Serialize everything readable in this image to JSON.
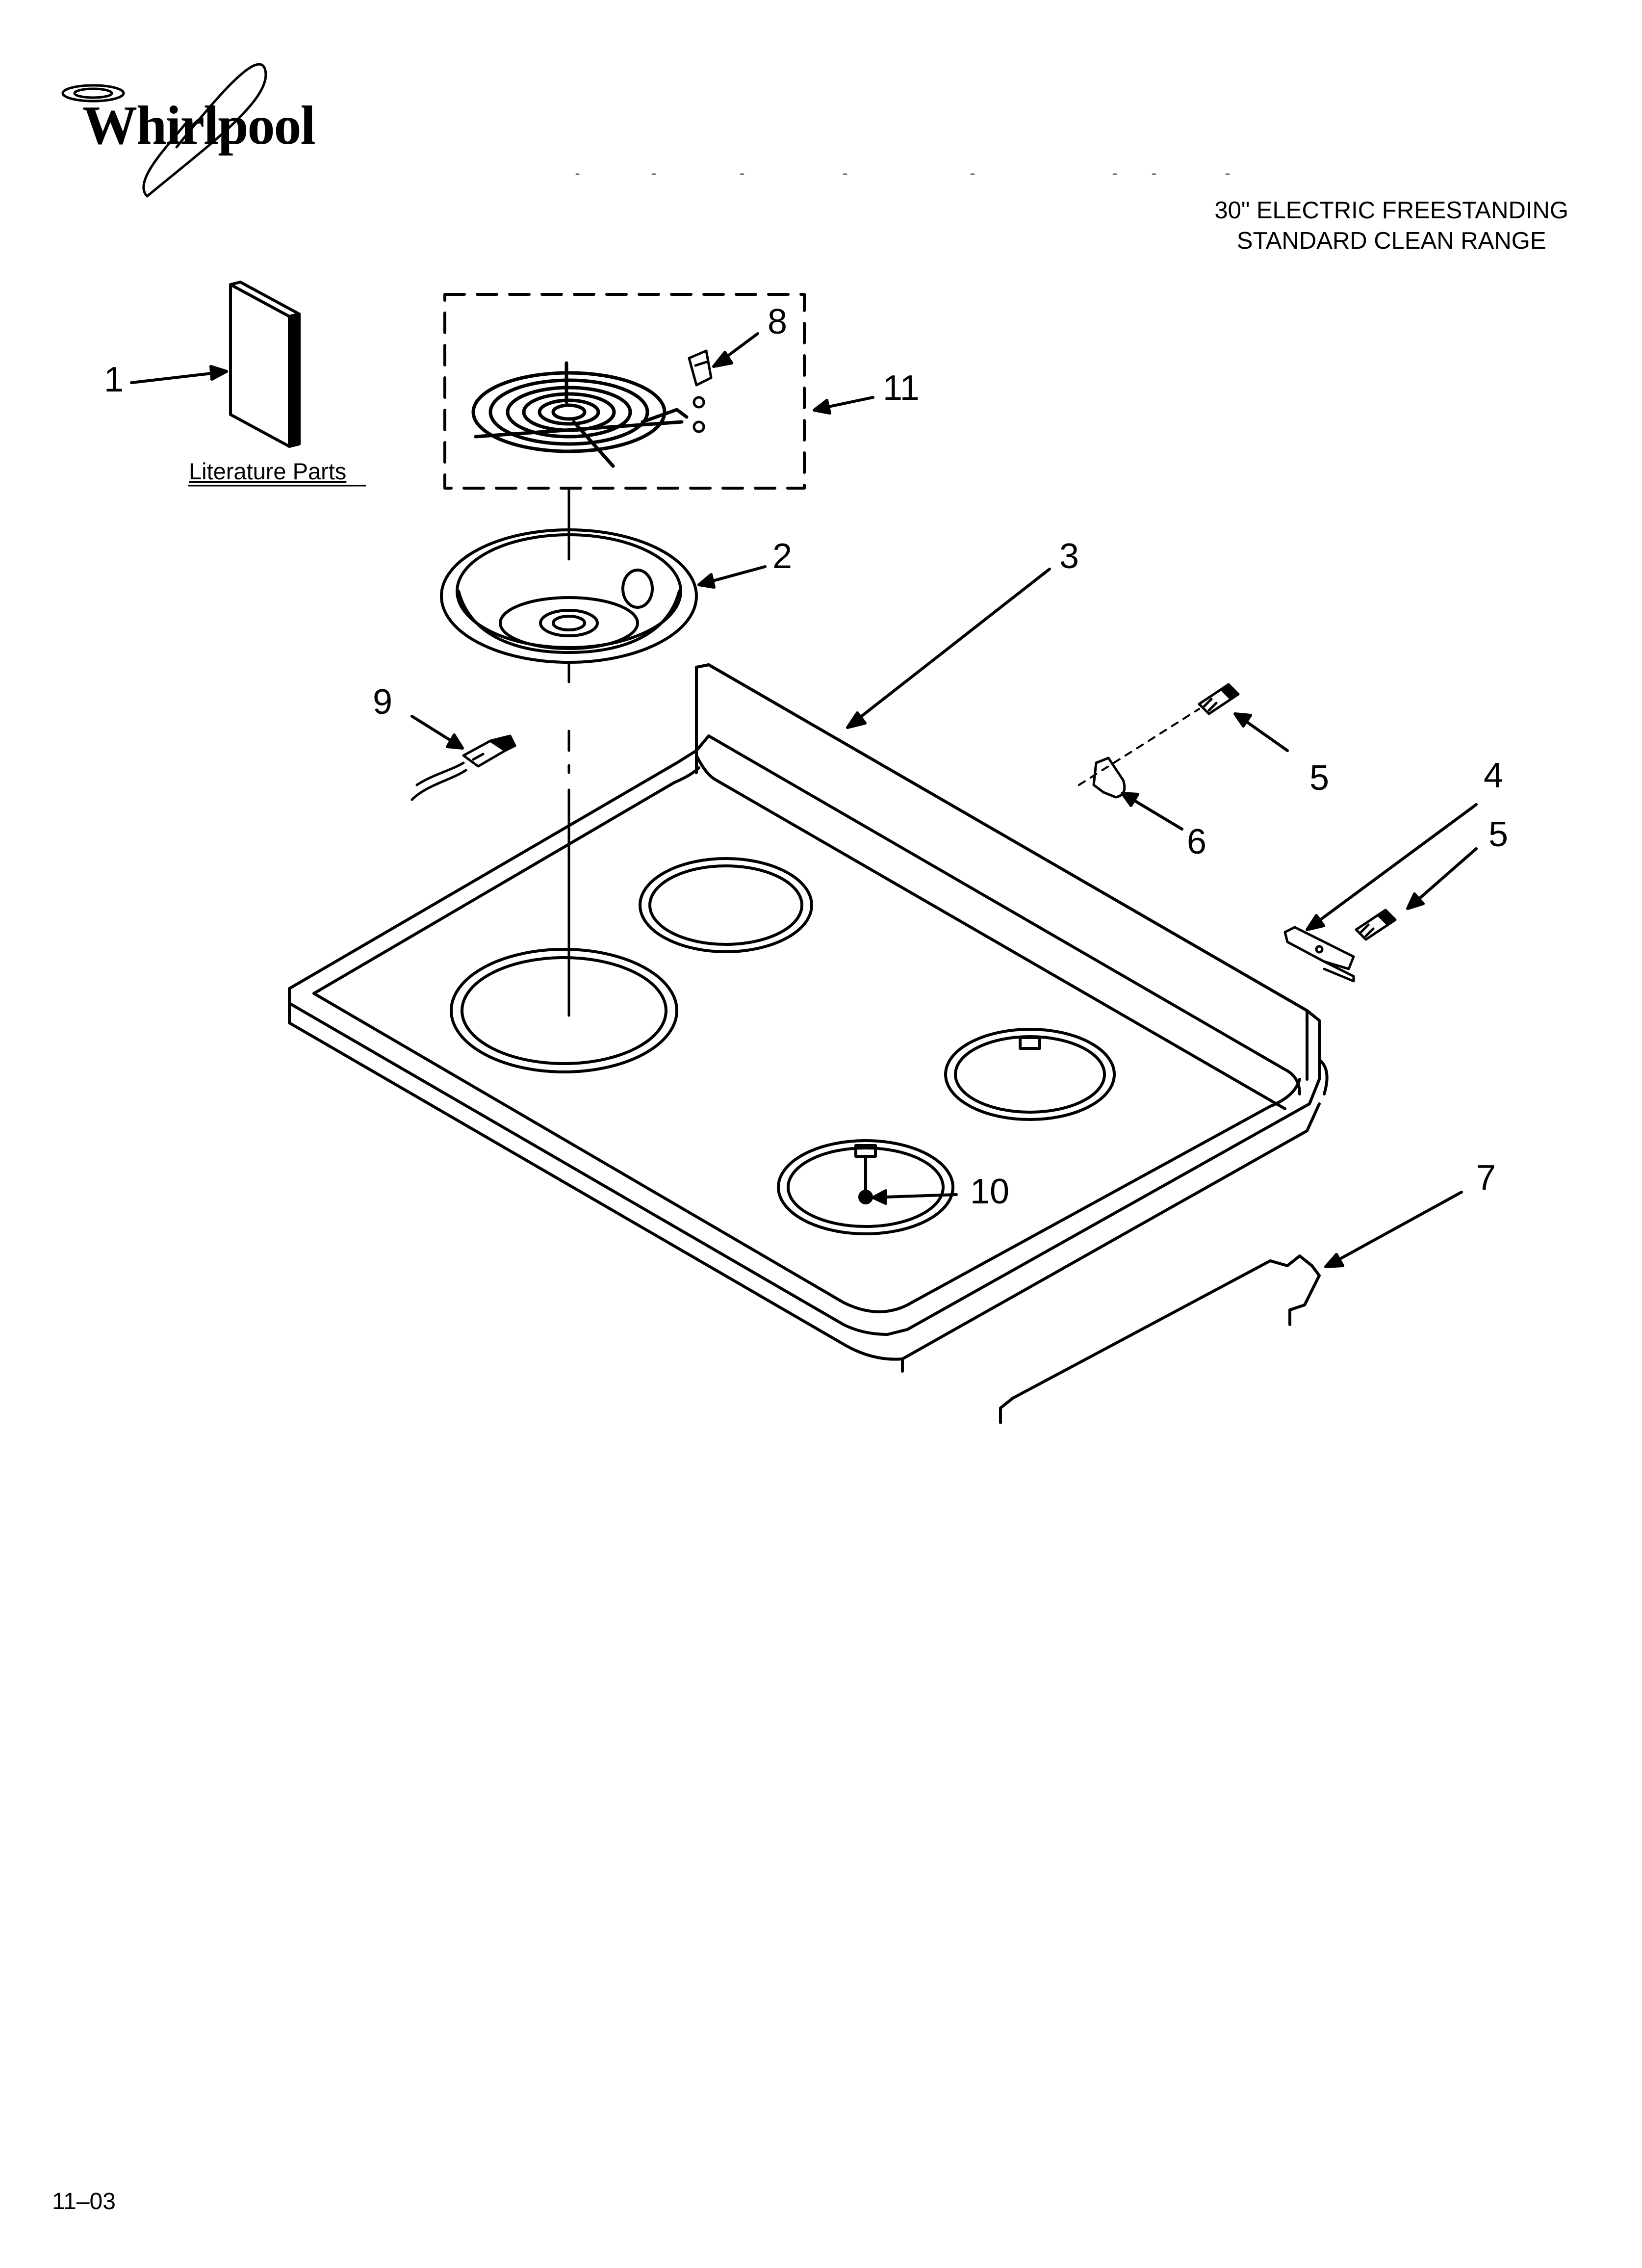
{
  "brand": {
    "name": "Whirlpool"
  },
  "header": {
    "title_line1": "30\" ELECTRIC FREESTANDING",
    "title_line2": "STANDARD CLEAN RANGE"
  },
  "literature": {
    "label": "Literature Parts"
  },
  "callouts": {
    "c1": "1",
    "c2": "2",
    "c3": "3",
    "c4": "4",
    "c5a": "5",
    "c5b": "5",
    "c6": "6",
    "c7": "7",
    "c8": "8",
    "c9": "9",
    "c10": "10",
    "c11": "11"
  },
  "footer": {
    "date_code": "11–03"
  }
}
